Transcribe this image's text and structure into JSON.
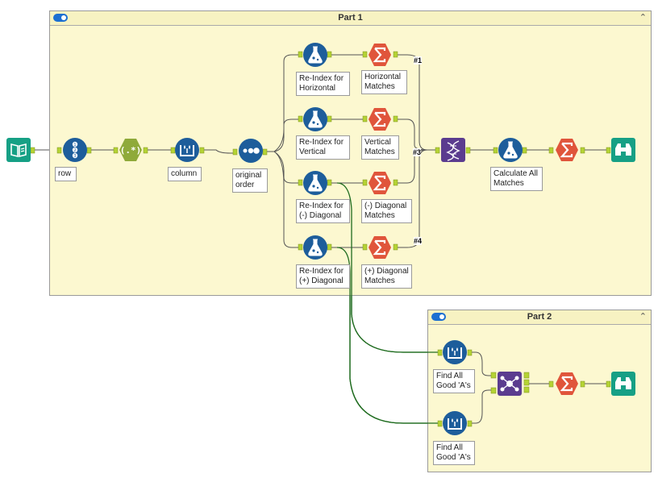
{
  "containers": {
    "part1": {
      "title": "Part 1"
    },
    "part2": {
      "title": "Part 2"
    }
  },
  "labels": {
    "row": "row",
    "column": "column",
    "original_order": "original\norder",
    "reindex_horizontal": "Re-Index for\nHorizontal",
    "reindex_vertical": "Re-Index for\nVertical",
    "reindex_neg_diag": "Re-Index for\n(-) Diagonal",
    "reindex_pos_diag": "Re-Index for\n(+) Diagonal",
    "horizontal_matches": "Horizontal\nMatches",
    "vertical_matches": "Vertical\nMatches",
    "neg_diag_matches": "(-) Diagonal\nMatches",
    "pos_diag_matches": "(+) Diagonal\nMatches",
    "calculate_all": "Calculate All\nMatches",
    "find_a_1": "Find All\nGood 'A's",
    "find_a_2": "Find All\nGood 'A's"
  },
  "connection_labels": {
    "c1": "#1",
    "c3": "#3",
    "c4": "#4"
  },
  "icons": {
    "input": "text-input-icon",
    "record_id": "record-id-icon",
    "regex": "regex-icon",
    "filter": "filter-icon",
    "sort": "sort-icon",
    "formula": "formula-icon",
    "summarize": "summarize-icon",
    "union": "union-icon",
    "join": "join-icon",
    "browse": "browse-icon"
  },
  "colors": {
    "teal": "#16a085",
    "blue": "#1d5d9b",
    "olive": "#8faa3a",
    "orange": "#e0553b",
    "purple": "#5b3c8f",
    "wire": "#1e6b1e"
  }
}
